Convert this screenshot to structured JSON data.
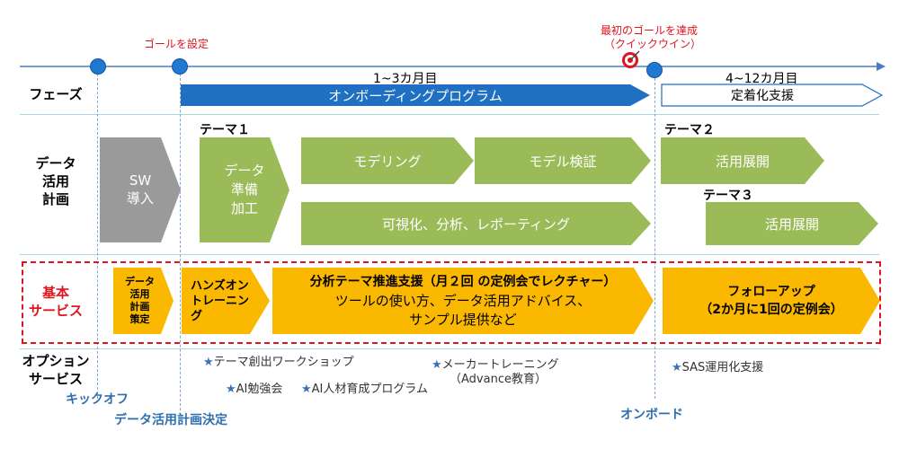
{
  "goal_label": "ゴールを設定",
  "quickwin_label_1": "最初のゴールを達成",
  "quickwin_label_2": "（クイックウイン）",
  "rows": {
    "phase": "フェーズ",
    "data_plan_1": "データ",
    "data_plan_2": "活用",
    "data_plan_3": "計画",
    "basic_1": "基本",
    "basic_2": "サービス",
    "option_1": "オプション",
    "option_2": "サービス"
  },
  "phase": {
    "p1_period": "1~3カ月目",
    "p1_name": "オンボーディングプログラム",
    "p2_period": "4~12カ月目",
    "p2_name": "定着化支援"
  },
  "data_plan": {
    "sw_1": "SW",
    "sw_2": "導入",
    "theme1": "テーマ１",
    "prep_1": "データ",
    "prep_2": "準備",
    "prep_3": "加工",
    "modeling": "モデリング",
    "validation": "モデル検証",
    "viz": "可視化、分析、レポーティング",
    "theme2": "テーマ２",
    "deploy2": "活用展開",
    "theme3": "テーマ３",
    "deploy3": "活用展開"
  },
  "basic": {
    "plan_1": "データ",
    "plan_2": "活用",
    "plan_3": "計画",
    "plan_4": "策定",
    "handson_1": "ハンズオン",
    "handson_2": "トレーニン",
    "handson_3": "グ",
    "support_title": "分析テーマ推進支援（月２回 の定例会でレクチャー）",
    "support_line2": "ツールの使い方、データ活用アドバイス、",
    "support_line3": "サンプル提供など",
    "followup_1": "フォローアップ",
    "followup_2": "（2か月に1回の定例会）"
  },
  "options": {
    "workshop": "テーマ創出ワークショップ",
    "ai_study": "AI勉強会",
    "ai_hr": "AI人材育成プログラム",
    "maker_1": "メーカートレーニング",
    "maker_2": "（Advance教育）",
    "sas": "SAS運用化支援",
    "star": "★"
  },
  "milestones": {
    "kickoff": "キックオフ",
    "plan_decided": "データ活用計画決定",
    "onboard": "オンボード"
  },
  "colors": {
    "timeline": "#4a7ebb",
    "phase_fill": "#1f6fc2",
    "green": "#9bbb59",
    "gray": "#9a9a9a",
    "orange": "#fbb800",
    "red": "#e0141e",
    "milestone_blue": "#2e6fb0"
  }
}
